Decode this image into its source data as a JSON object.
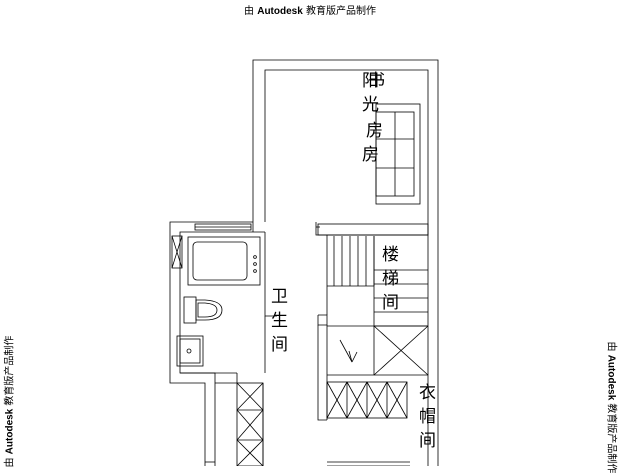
{
  "watermark": {
    "prefix": "由 ",
    "brand": "Autodesk",
    "suffix": " 教育版产品制作"
  },
  "rooms": {
    "study": {
      "chars": [
        "书",
        "房"
      ],
      "overlap_chars": [
        "阳",
        "光",
        "房"
      ]
    },
    "bathroom": {
      "chars": [
        "卫",
        "生",
        "间"
      ]
    },
    "stairwell": {
      "chars": [
        "楼",
        "梯",
        "间"
      ]
    },
    "cloakroom": {
      "chars": [
        "衣",
        "帽",
        "间"
      ]
    }
  }
}
